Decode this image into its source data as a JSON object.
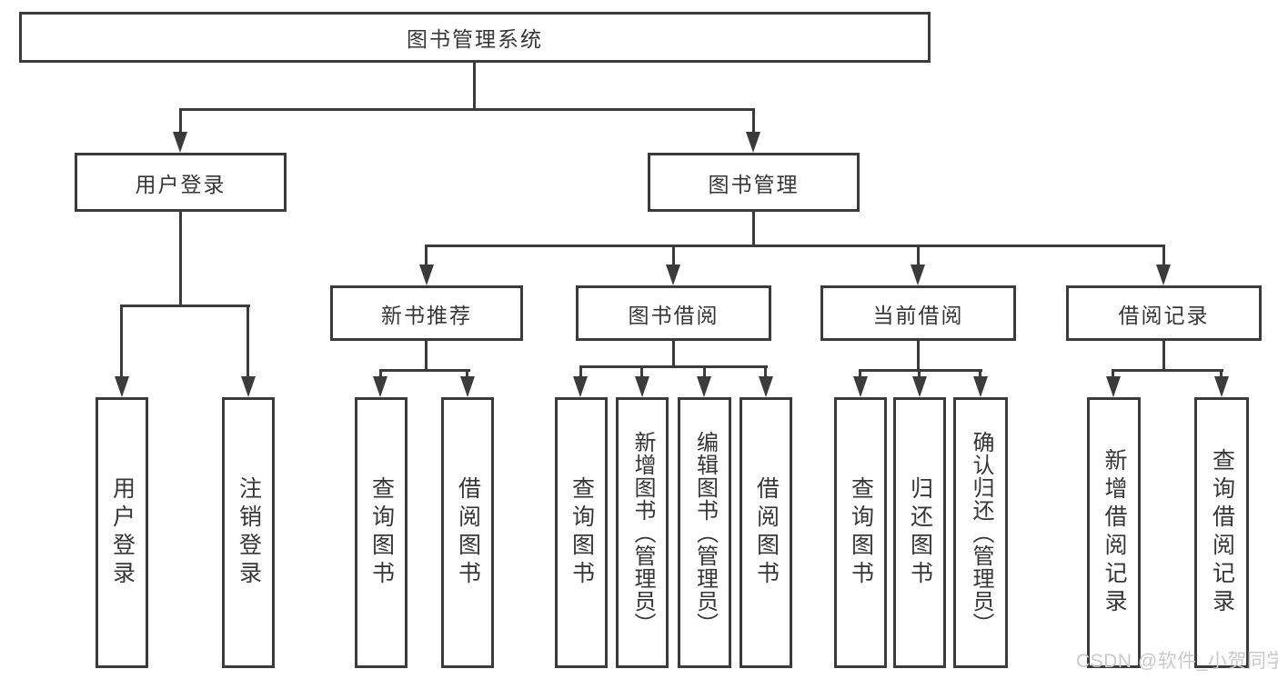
{
  "diagram": {
    "root": {
      "label": "图书管理系统"
    },
    "level2": [
      {
        "id": "user-login",
        "label": "用户登录"
      },
      {
        "id": "book-management",
        "label": "图书管理"
      }
    ],
    "level3": [
      {
        "id": "new-book-recommend",
        "label": "新书推荐",
        "parent": "book-management"
      },
      {
        "id": "book-borrow",
        "label": "图书借阅",
        "parent": "book-management"
      },
      {
        "id": "current-borrow",
        "label": "当前借阅",
        "parent": "book-management"
      },
      {
        "id": "borrow-record",
        "label": "借阅记录",
        "parent": "book-management"
      }
    ],
    "leaves": [
      {
        "id": "leaf-user-login",
        "label": "用户登录",
        "parent": "user-login"
      },
      {
        "id": "leaf-logout",
        "label": "注销登录",
        "parent": "user-login"
      },
      {
        "id": "rec-query-book",
        "label": "查询图书",
        "parent": "new-book-recommend"
      },
      {
        "id": "rec-borrow-book",
        "label": "借阅图书",
        "parent": "new-book-recommend"
      },
      {
        "id": "bb-query-book",
        "label": "查询图书",
        "parent": "book-borrow"
      },
      {
        "id": "bb-add-book",
        "label": "新增图书（管理员）",
        "parent": "book-borrow"
      },
      {
        "id": "bb-edit-book",
        "label": "编辑图书（管理员）",
        "parent": "book-borrow"
      },
      {
        "id": "bb-borrow-book",
        "label": "借阅图书",
        "parent": "book-borrow"
      },
      {
        "id": "cb-query-book",
        "label": "查询图书",
        "parent": "current-borrow"
      },
      {
        "id": "cb-return-book",
        "label": "归还图书",
        "parent": "current-borrow"
      },
      {
        "id": "cb-confirm-return",
        "label": "确认归还（管理员）",
        "parent": "current-borrow"
      },
      {
        "id": "br-add-record",
        "label": "新增借阅记录",
        "parent": "borrow-record"
      },
      {
        "id": "br-query-record",
        "label": "查询借阅记录",
        "parent": "borrow-record"
      }
    ]
  },
  "watermark": {
    "label": "CSDN @软件_小贺同学"
  },
  "colors": {
    "line": "#3b3b3b",
    "text": "#363636",
    "watermark": "#c9c9c9",
    "background": "#ffffff"
  }
}
